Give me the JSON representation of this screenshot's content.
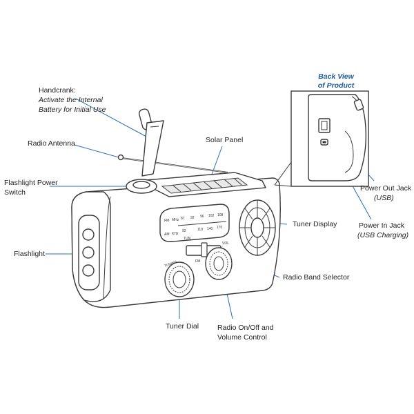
{
  "labels": {
    "handcrank_title": "Handcrank:",
    "handcrank_line1": "Activate the Internal",
    "handcrank_line2": "Battery for Initial Use",
    "radio_antenna": "Radio Antenna",
    "solar_panel": "Solar Panel",
    "flashlight_power_line1": "Flashlight Power",
    "flashlight_power_line2": "Switch",
    "flashlight": "Flashlight",
    "tuner_display": "Tuner Display",
    "radio_band_selector": "Radio Band Selector",
    "tuner_dial": "Tuner Dial",
    "radio_onoff_line1": "Radio On/Off and",
    "radio_onoff_line2": "Volume Control",
    "back_view_line1": "Back View",
    "back_view_line2": "of Product",
    "power_out_line1": "Power Out Jack",
    "power_out_line2": "(USB)",
    "power_in_line1": "Power In Jack",
    "power_in_line2": "(USB Charging)"
  },
  "device_markings": {
    "fm": "FM",
    "mhz": "MHz",
    "am": "AM",
    "khz": "KHz",
    "fm_scale": [
      "87",
      "92",
      "96",
      "102",
      "108"
    ],
    "am_scale": [
      "92",
      "110",
      "140",
      "170"
    ],
    "tun": "TUN",
    "tuning": "TUNING",
    "vol": "VOL",
    "band_fm": "FM",
    "band_am": "AM"
  },
  "colors": {
    "leader_line": "#2a6db5",
    "accent_text": "#1d5a9a",
    "outline": "#3a3a3a"
  }
}
